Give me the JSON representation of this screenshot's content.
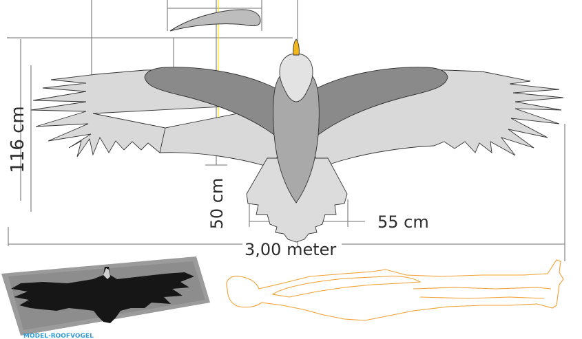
{
  "labels": {
    "height": "116 cm",
    "body_length": "50 cm",
    "half_width": "55 cm",
    "wingspan": "3,00 meter",
    "photo_caption": "MODEL-ROOFVOGEL"
  },
  "colors": {
    "wing_light": "#d9d9d9",
    "wing_dark": "#8a8a8a",
    "body": "#a9a9a9",
    "head": "#e3e3e3",
    "beak": "#f0b61c",
    "human_outline": "#f0a030",
    "dimension_line": "#8c8c8c",
    "axis_line": "#ffe600",
    "caption": "#2e9bd6"
  }
}
